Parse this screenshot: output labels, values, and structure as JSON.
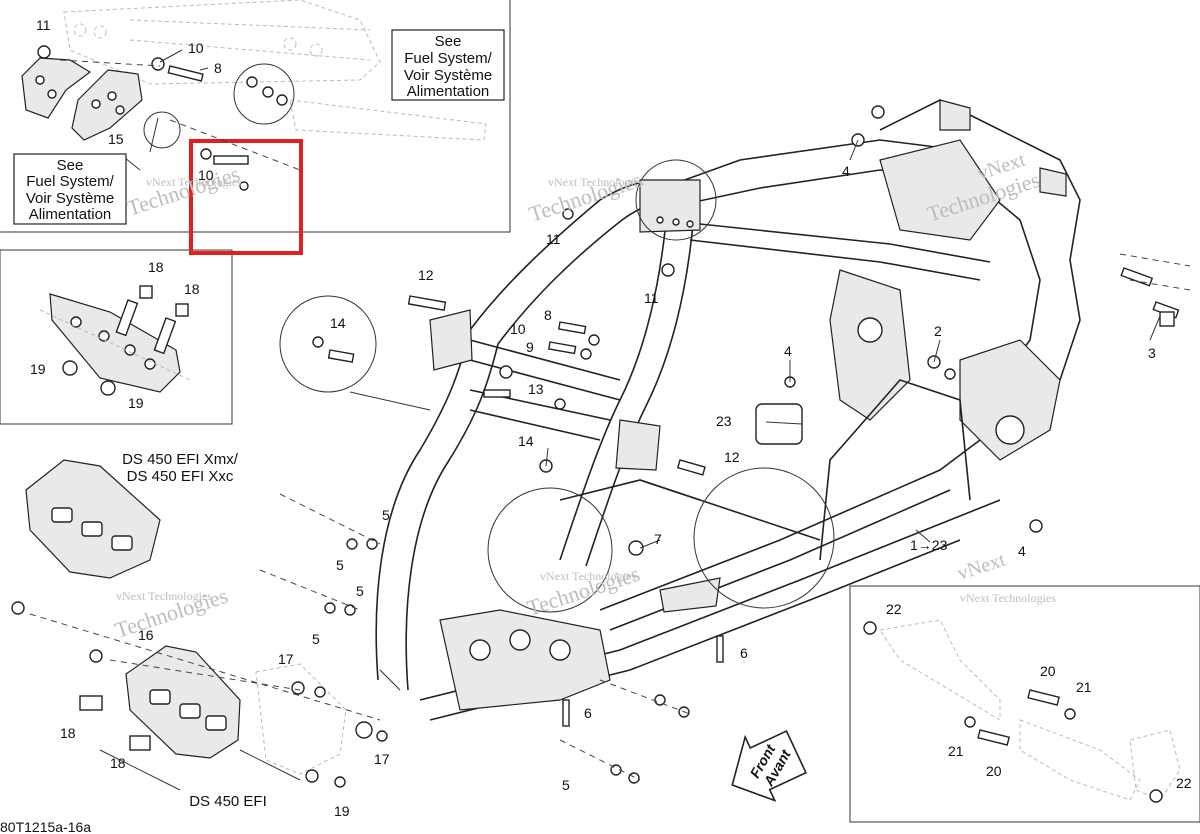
{
  "callouts": {
    "c1": "11",
    "c2": "10",
    "c3": "8",
    "c4": "15",
    "c5": "18",
    "c6": "18",
    "c7": "19",
    "c8": "19",
    "c9": "4",
    "c10": "11",
    "c11": "11",
    "c12": "12",
    "c13": "14",
    "c14": "8",
    "c15": "10",
    "c16": "9",
    "c17": "13",
    "c18": "14",
    "c19": "23",
    "c20": "4",
    "c21": "2",
    "c22": "3",
    "c23": "12",
    "c24": "7",
    "c25": "1→23",
    "c26": "4",
    "c27": "5",
    "c28": "5",
    "c29": "5",
    "c30": "5",
    "c31": "16",
    "c32": "17",
    "c33": "17",
    "c34": "18",
    "c35": "18",
    "c36": "19",
    "c37": "6",
    "c38": "6",
    "c39": "5",
    "c40": "22",
    "c41": "20",
    "c42": "21",
    "c43": "21",
    "c44": "20",
    "c45": "22",
    "c46": "10"
  },
  "notes": {
    "see_fuel_top": [
      "See",
      "Fuel System/",
      "Voir Système",
      "Alimentation"
    ],
    "see_fuel_left": [
      "See",
      "Fuel System/",
      "Voir Système",
      "Alimentation"
    ]
  },
  "models": {
    "xmx_line1": "DS 450 EFI Xmx/",
    "xmx_line2": "DS 450 EFI Xxc",
    "efi": "DS 450 EFI"
  },
  "front_arrow": {
    "line1": "Front",
    "line2": "Avant"
  },
  "watermark": {
    "line1": "vNext",
    "line2": "Technologies",
    "line_full": "vNext Technologies"
  },
  "figure_code": "80T1215a-16a",
  "colors": {
    "highlight": "#e02020",
    "ink": "#222222",
    "watermark": "#bdbdbd"
  }
}
